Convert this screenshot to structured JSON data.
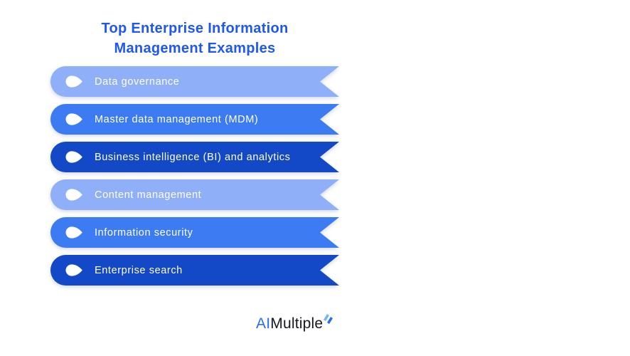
{
  "title": {
    "line1": "Top Enterprise Information",
    "line2": "Management Examples"
  },
  "ribbons": [
    {
      "label": "Data governance",
      "color": "#8FAFF8"
    },
    {
      "label": "Master data management (MDM)",
      "color": "#3D7BF2"
    },
    {
      "label": "Business intelligence (BI) and analytics",
      "color": "#1348C6"
    },
    {
      "label": "Content management",
      "color": "#8FAFF8"
    },
    {
      "label": "Information security",
      "color": "#3D7BF2"
    },
    {
      "label": "Enterprise search",
      "color": "#1348C6"
    }
  ],
  "logo": {
    "prefix": "AI",
    "rest": "Multiple"
  },
  "colors": {
    "title": "#1E57F1",
    "ribbon_text": "#FFFFFF",
    "drop_icon": "#FFFFFF",
    "logo_ai": "#2B6CF4",
    "logo_text": "#17171F",
    "spark_light": "#7AB6F7",
    "spark_dark": "#2B6CF4",
    "background": "#FFFFFF"
  }
}
